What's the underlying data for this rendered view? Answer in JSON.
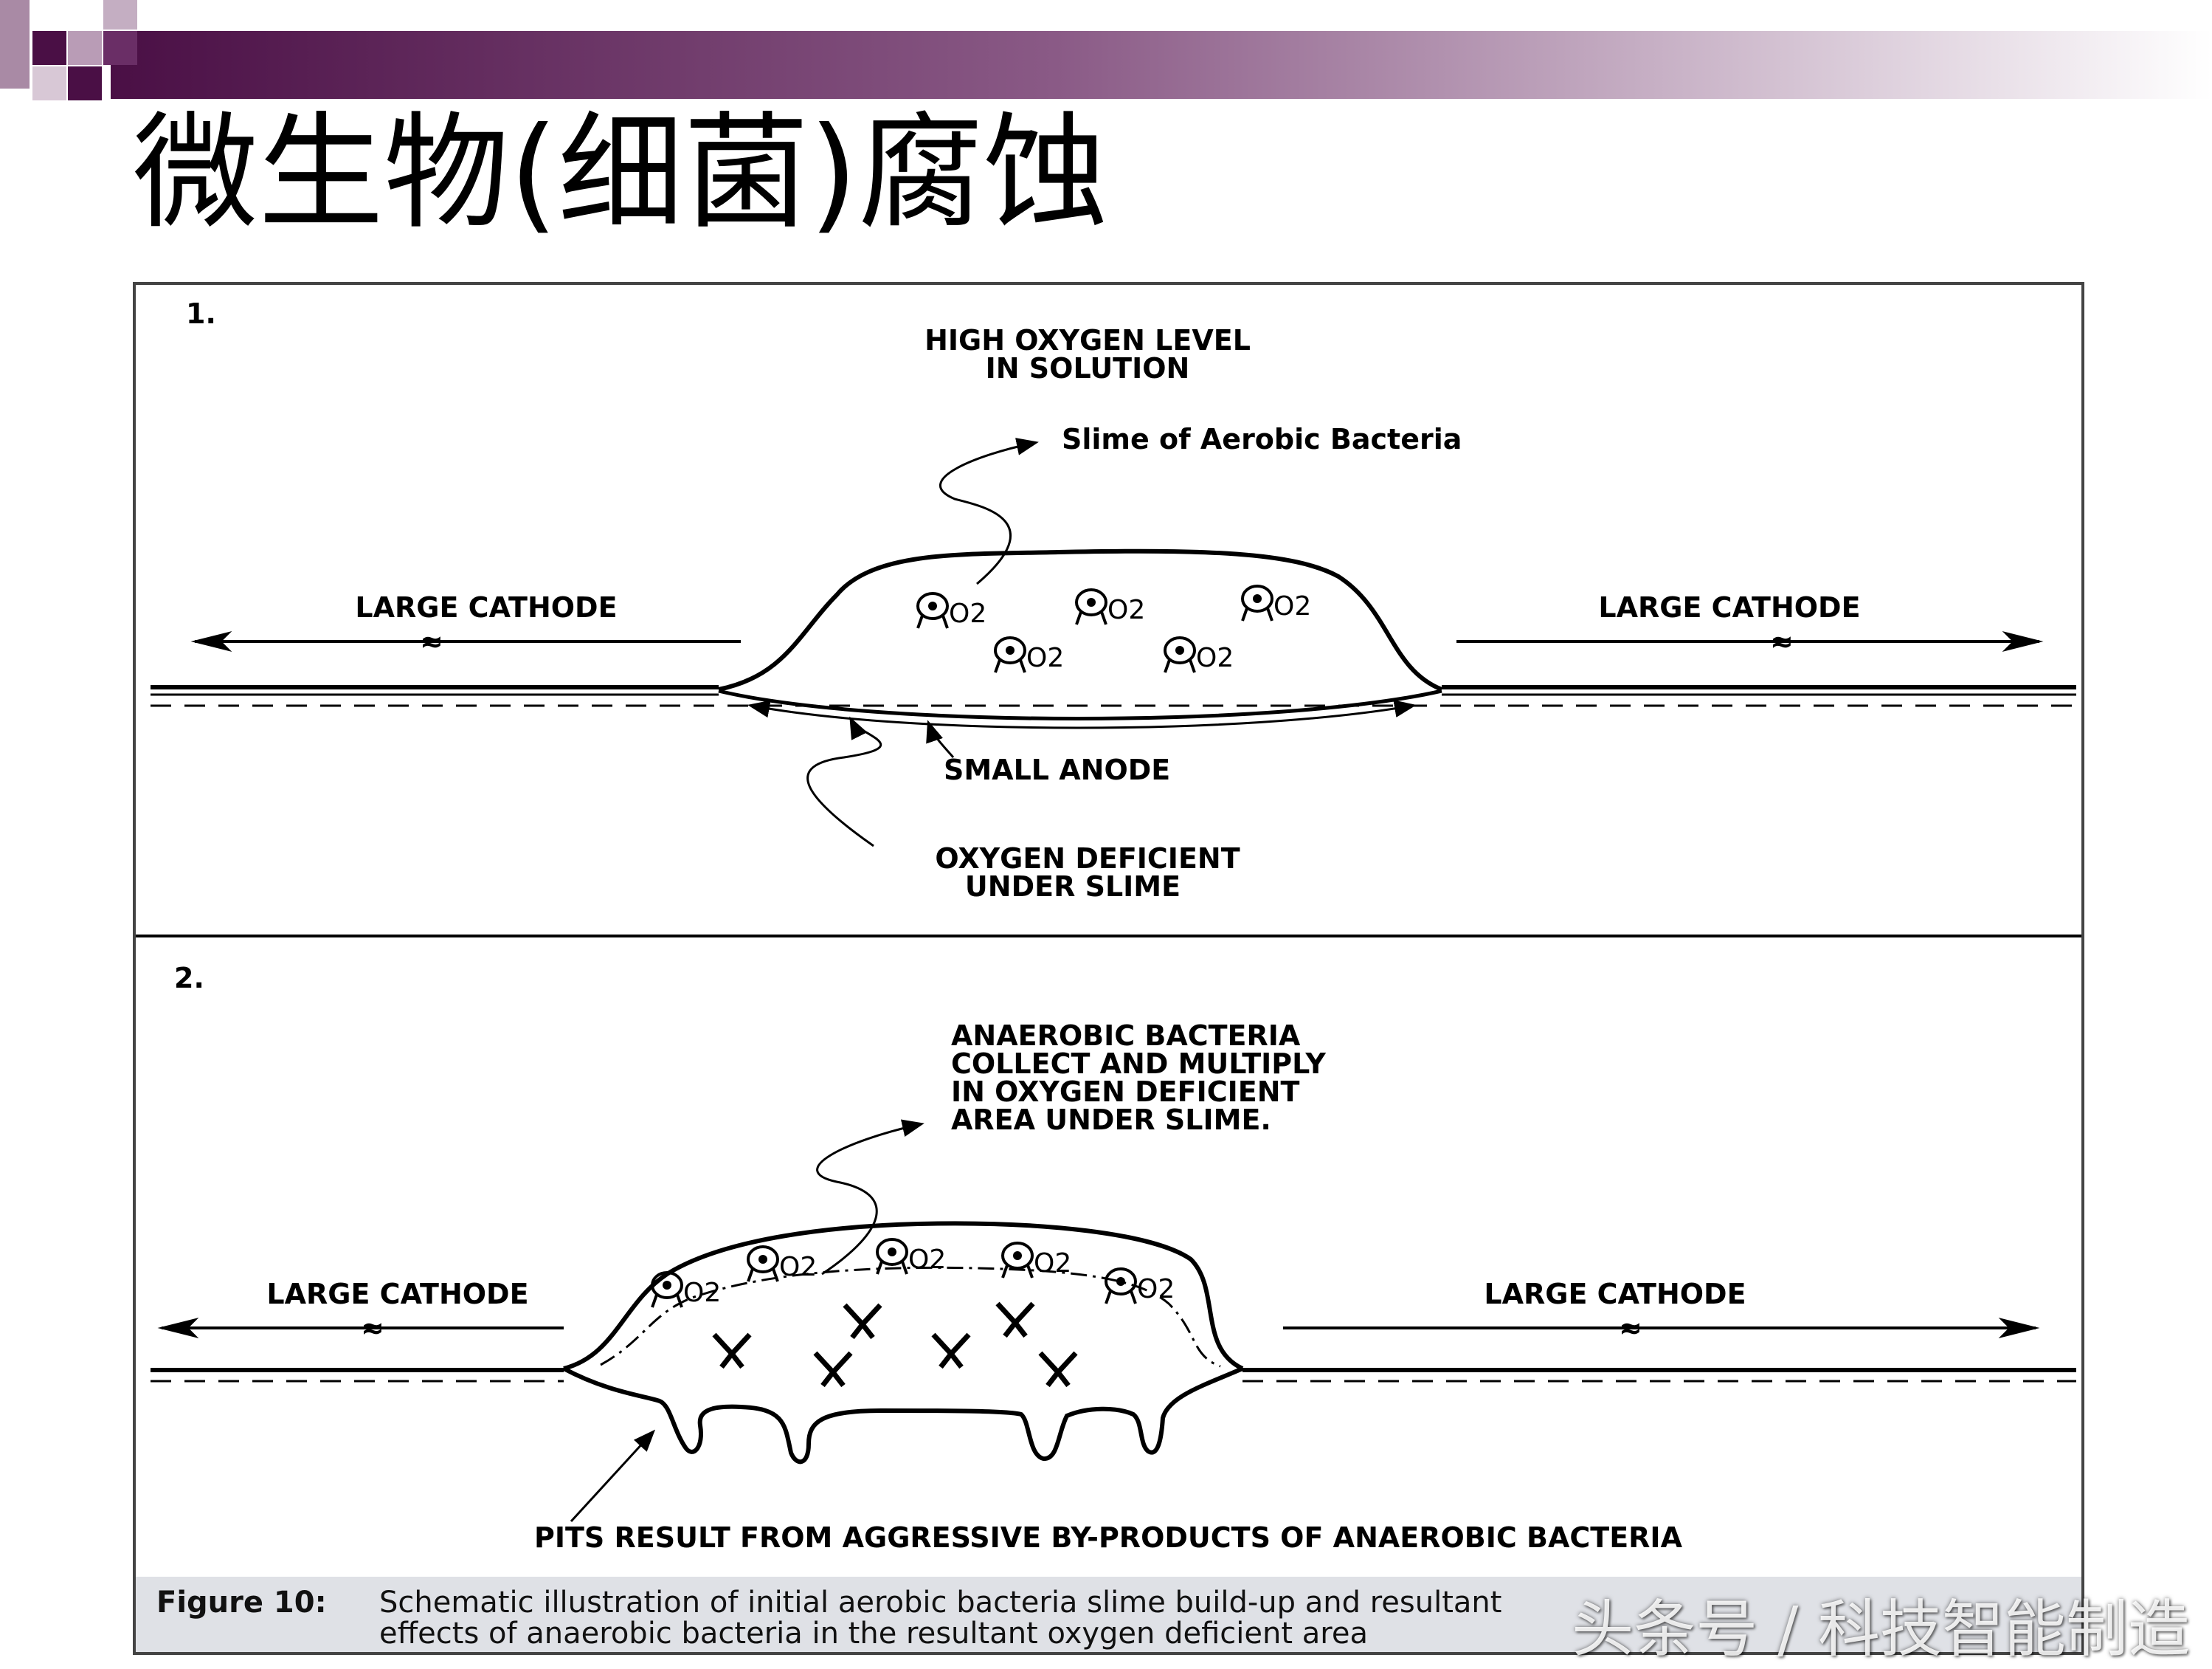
{
  "slide_title": "微生物(细菌)腐蚀",
  "colors": {
    "banner_dark": "#4a0f45",
    "banner_light": "#ffffff",
    "caption_bg": "#dfe1e6"
  },
  "panel1": {
    "number": "1.",
    "high_oxygen_1": "HIGH OXYGEN LEVEL",
    "high_oxygen_2": "IN SOLUTION",
    "slime_label": "Slime of Aerobic Bacteria",
    "cathode_left": "LARGE CATHODE",
    "cathode_right": "LARGE CATHODE",
    "anode_label": "SMALL ANODE",
    "deficient_1": "OXYGEN DEFICIENT",
    "deficient_2": "UNDER SLIME",
    "o2_symbol": "O2"
  },
  "panel2": {
    "number": "2.",
    "anaerobic_1": "ANAEROBIC BACTERIA",
    "anaerobic_2": "COLLECT AND MULTIPLY",
    "anaerobic_3": "IN OXYGEN DEFICIENT",
    "anaerobic_4": "AREA UNDER SLIME.",
    "cathode_left": "LARGE CATHODE",
    "cathode_right": "LARGE CATHODE",
    "pits_label": "PITS RESULT FROM AGGRESSIVE BY-PRODUCTS OF ANAEROBIC BACTERIA"
  },
  "caption": {
    "label": "Figure 10:",
    "line1": "Schematic illustration of initial aerobic bacteria slime build-up and resultant",
    "line2": "effects of anaerobic bacteria in the resultant oxygen deficient area"
  },
  "watermark": "头条号 / 科技智能制造"
}
